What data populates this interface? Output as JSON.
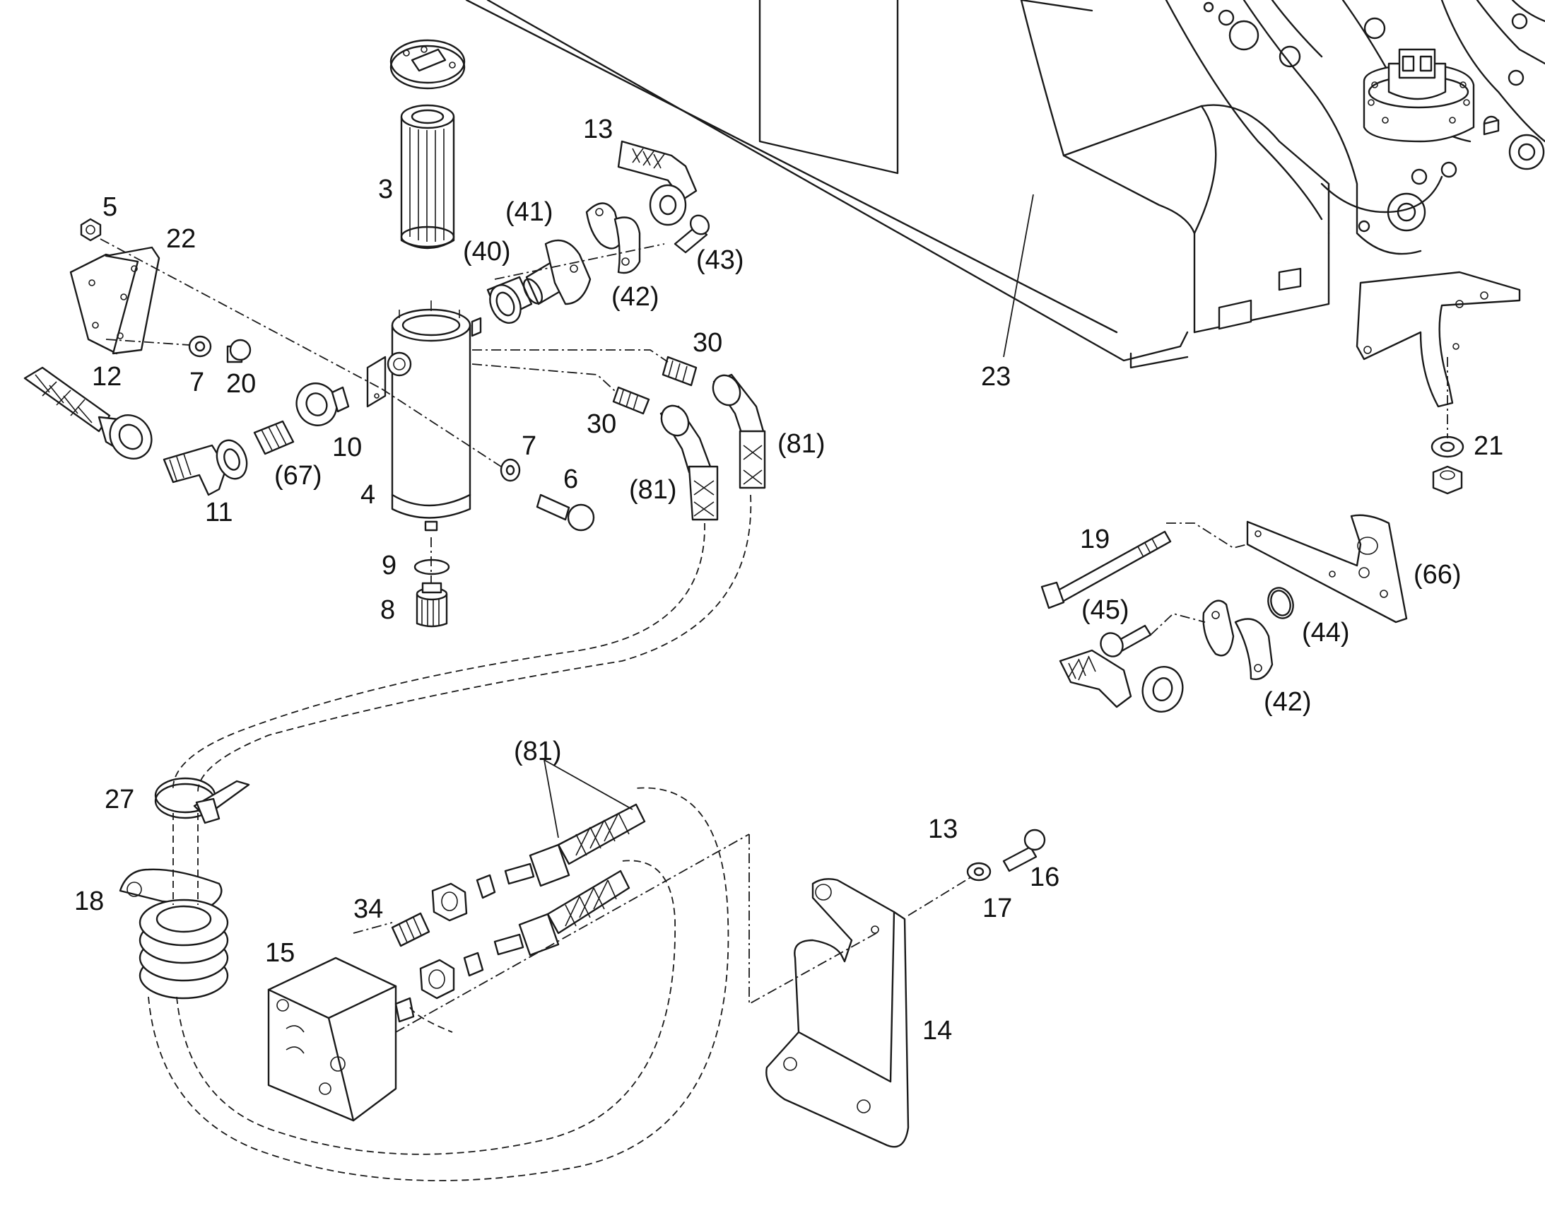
{
  "callouts": {
    "c3": "3",
    "c4": "4",
    "c5": "5",
    "c6": "6",
    "c7a": "7",
    "c7b": "7",
    "c8": "8",
    "c9": "9",
    "c10": "10",
    "c11": "11",
    "c12": "12",
    "c13a": "13",
    "c13b": "13",
    "c14": "14",
    "c15": "15",
    "c16": "16",
    "c17": "17",
    "c18": "18",
    "c19": "19",
    "c20": "20",
    "c21": "21",
    "c22": "22",
    "c23": "23",
    "c27": "27",
    "c30a": "30",
    "c30b": "30",
    "c34": "34",
    "c40": "(40)",
    "c41": "(41)",
    "c42a": "(42)",
    "c42b": "(42)",
    "c43": "(43)",
    "c44": "(44)",
    "c45": "(45)",
    "c66": "(66)",
    "c67": "(67)",
    "c81a": "(81)",
    "c81b": "(81)",
    "c81c": "(81)"
  },
  "icons": {
    "filter-element": "pleated-cylinder",
    "filter-housing": "cylinder",
    "mounting-bracket": "plate-bracket",
    "valve-block": "rectangular-block",
    "hose": "braided-hose",
    "cable-tie": "strap-clamp"
  },
  "colors": {
    "line": "#1a1a1a",
    "background": "#ffffff"
  }
}
